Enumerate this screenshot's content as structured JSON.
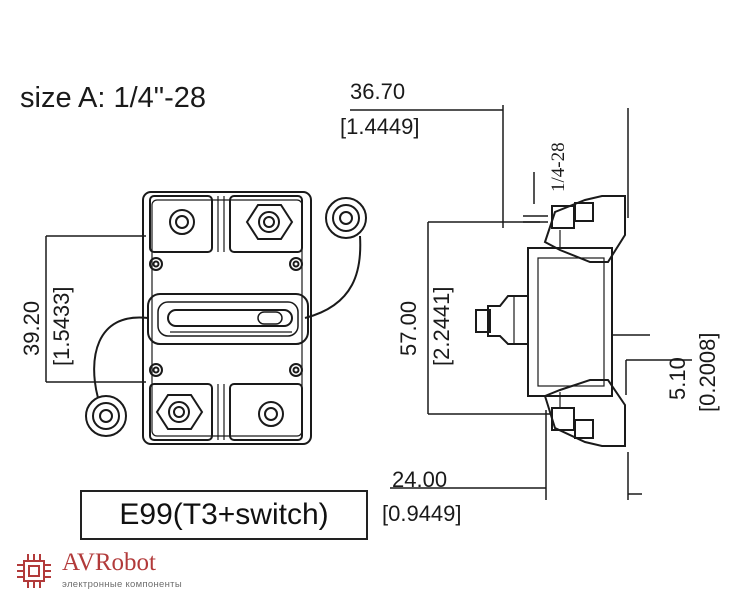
{
  "title": "size A: 1/4\"-28",
  "model_label": "E99(T3+switch)",
  "dimensions": {
    "top_width": {
      "mm": "36.70",
      "inch": "[1.4449]"
    },
    "thread": "1/4-28",
    "front_height": {
      "mm": "39.20",
      "inch": "[1.5433]"
    },
    "side_height": {
      "mm": "57.00",
      "inch": "[2.2441]"
    },
    "base_depth": {
      "mm": "5.10",
      "inch": "[0.2008]"
    },
    "side_width": {
      "mm": "24.00",
      "inch": "[0.9449]"
    }
  },
  "brand": {
    "name": "AVRobot",
    "subtitle": "электронные компоненты",
    "color": "#b23a3a"
  }
}
